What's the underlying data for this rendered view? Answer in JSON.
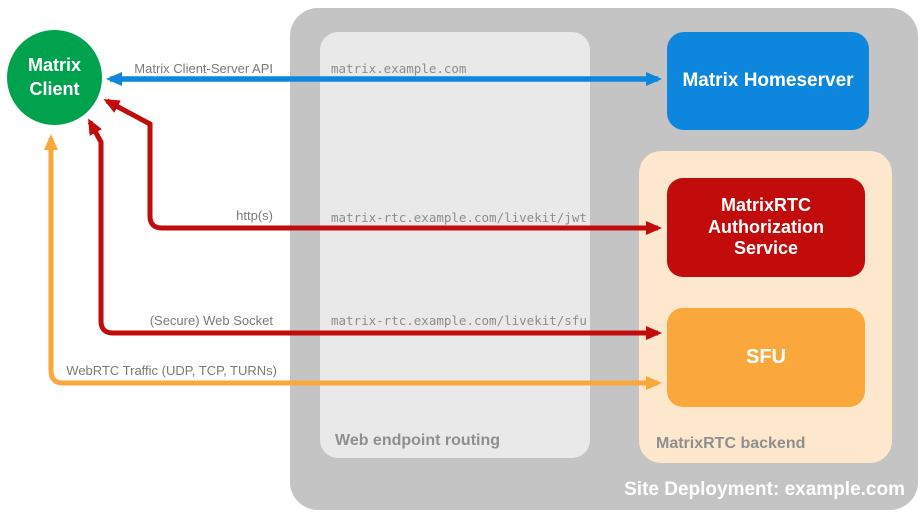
{
  "diagram": {
    "client": {
      "label": "Matrix\nClient"
    },
    "homeserver": {
      "label": "Matrix Homeserver"
    },
    "auth_service": {
      "label": "MatrixRTC Authorization Service"
    },
    "sfu": {
      "label": "SFU"
    },
    "routing": {
      "title": "Web endpoint routing",
      "endpoints": {
        "homeserver": "matrix.example.com",
        "jwt": "matrix-rtc.example.com/livekit/jwt",
        "sfu": "matrix-rtc.example.com/livekit/sfu"
      }
    },
    "backend": {
      "title": "MatrixRTC backend"
    },
    "deployment": {
      "title": "Site Deployment: example.com"
    },
    "arrows": {
      "client_server_api": "Matrix Client-Server API",
      "http": "http(s)",
      "websocket": "(Secure) Web Socket",
      "webrtc": "WebRTC Traffic (UDP, TCP, TURNs)"
    },
    "colors": {
      "client_green": "#00a24e",
      "homeserver_blue": "#0d86dd",
      "auth_red": "#c20b0b",
      "sfu_orange": "#faa73c",
      "backend_peach": "#fde7cd",
      "site_container_gray": "#c4c4c4",
      "routing_panel_gray": "#e9e9e9"
    }
  }
}
